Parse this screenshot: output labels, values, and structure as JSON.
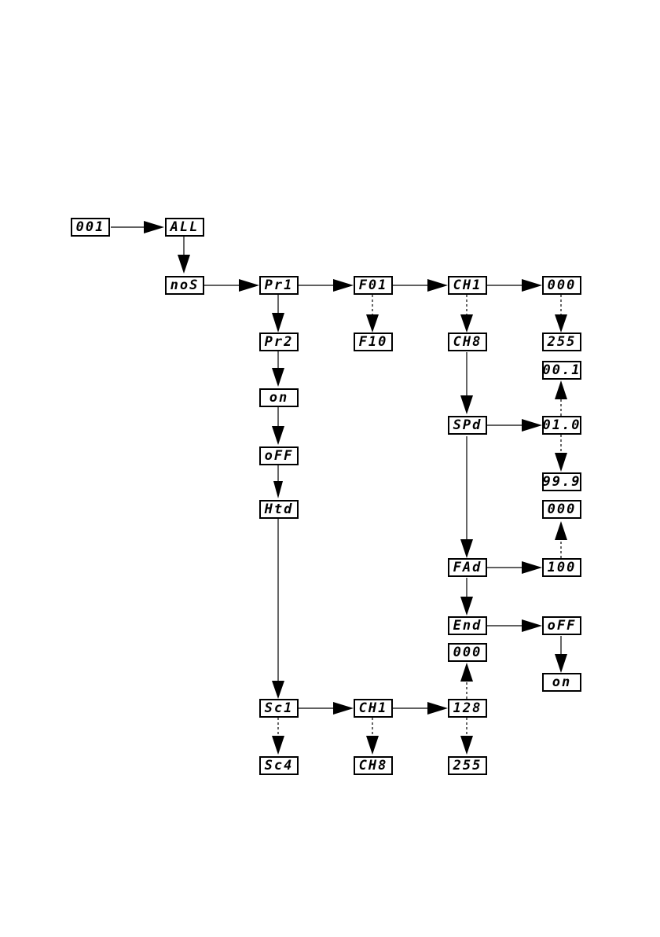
{
  "displays": {
    "d001": "001",
    "all": "ALL",
    "nos": "noS",
    "pr1": "Pr1",
    "pr2": "Pr2",
    "on1": "on",
    "off1": "oFF",
    "htd": "Htd",
    "sc1": "Sc1",
    "sc4": "Sc4",
    "f01": "F01",
    "f10": "F10",
    "sc_ch1": "CH1",
    "sc_ch8": "CH8",
    "ch1": "CH1",
    "ch8": "CH8",
    "spd": "SPd",
    "fad": "FAd",
    "end": "End",
    "v000a": "000",
    "v255a": "255",
    "v001": "00.1",
    "v010": "01.0",
    "v999": "99.9",
    "v000b": "000",
    "v100": "100",
    "off2": "oFF",
    "on2": "on",
    "v000c": "000",
    "v128": "128",
    "v255b": "255"
  }
}
